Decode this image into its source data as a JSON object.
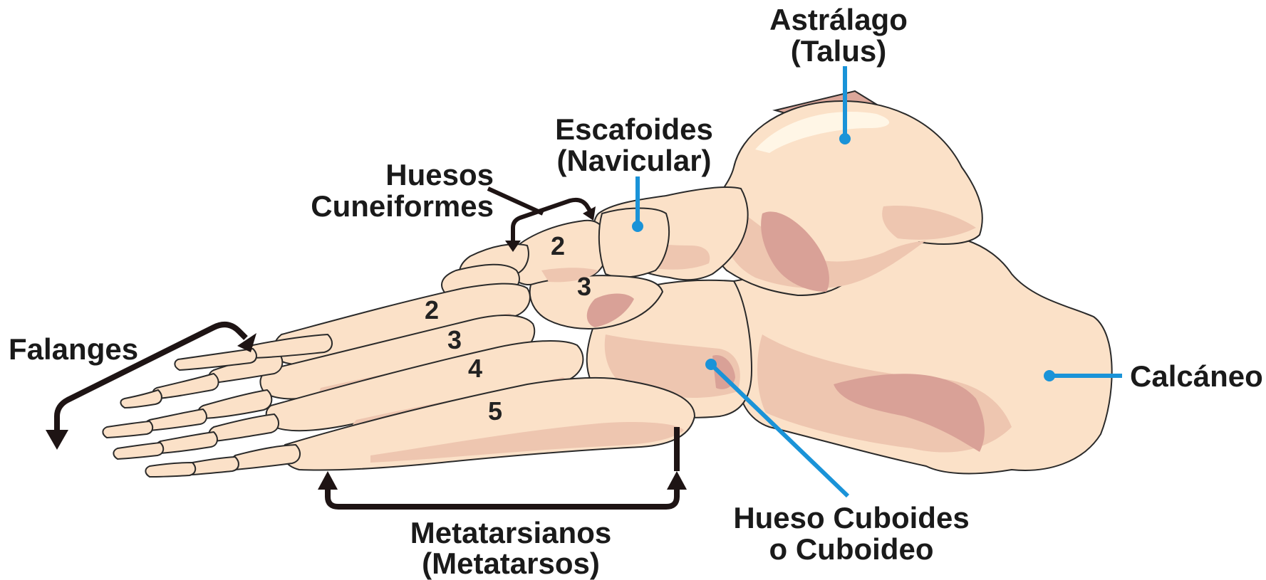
{
  "colors": {
    "accent": "#1a93d8",
    "bracket": "#1e1414",
    "bone_fill": "#fbe1c8",
    "bone_shade": "#eec6b0",
    "bone_deep": "#d9a197"
  },
  "labels": {
    "talus_line1": "Astrálago",
    "talus_line2": "(Talus)",
    "navicular_line1": "Escafoides",
    "navicular_line2": "(Navicular)",
    "cuneiform_line1": "Huesos",
    "cuneiform_line2": "Cuneiformes",
    "phalanges": "Falanges",
    "metatarsals_line1": "Metatarsianos",
    "metatarsals_line2": "(Metatarsos)",
    "cuboid_line1": "Hueso Cuboides",
    "cuboid_line2": "o Cuboideo",
    "calcaneus": "Calcáneo"
  },
  "numbers": {
    "cuneiform_2": "2",
    "cuneiform_3": "3",
    "metatarsal_2": "2",
    "metatarsal_3": "3",
    "metatarsal_4": "4",
    "metatarsal_5": "5"
  }
}
